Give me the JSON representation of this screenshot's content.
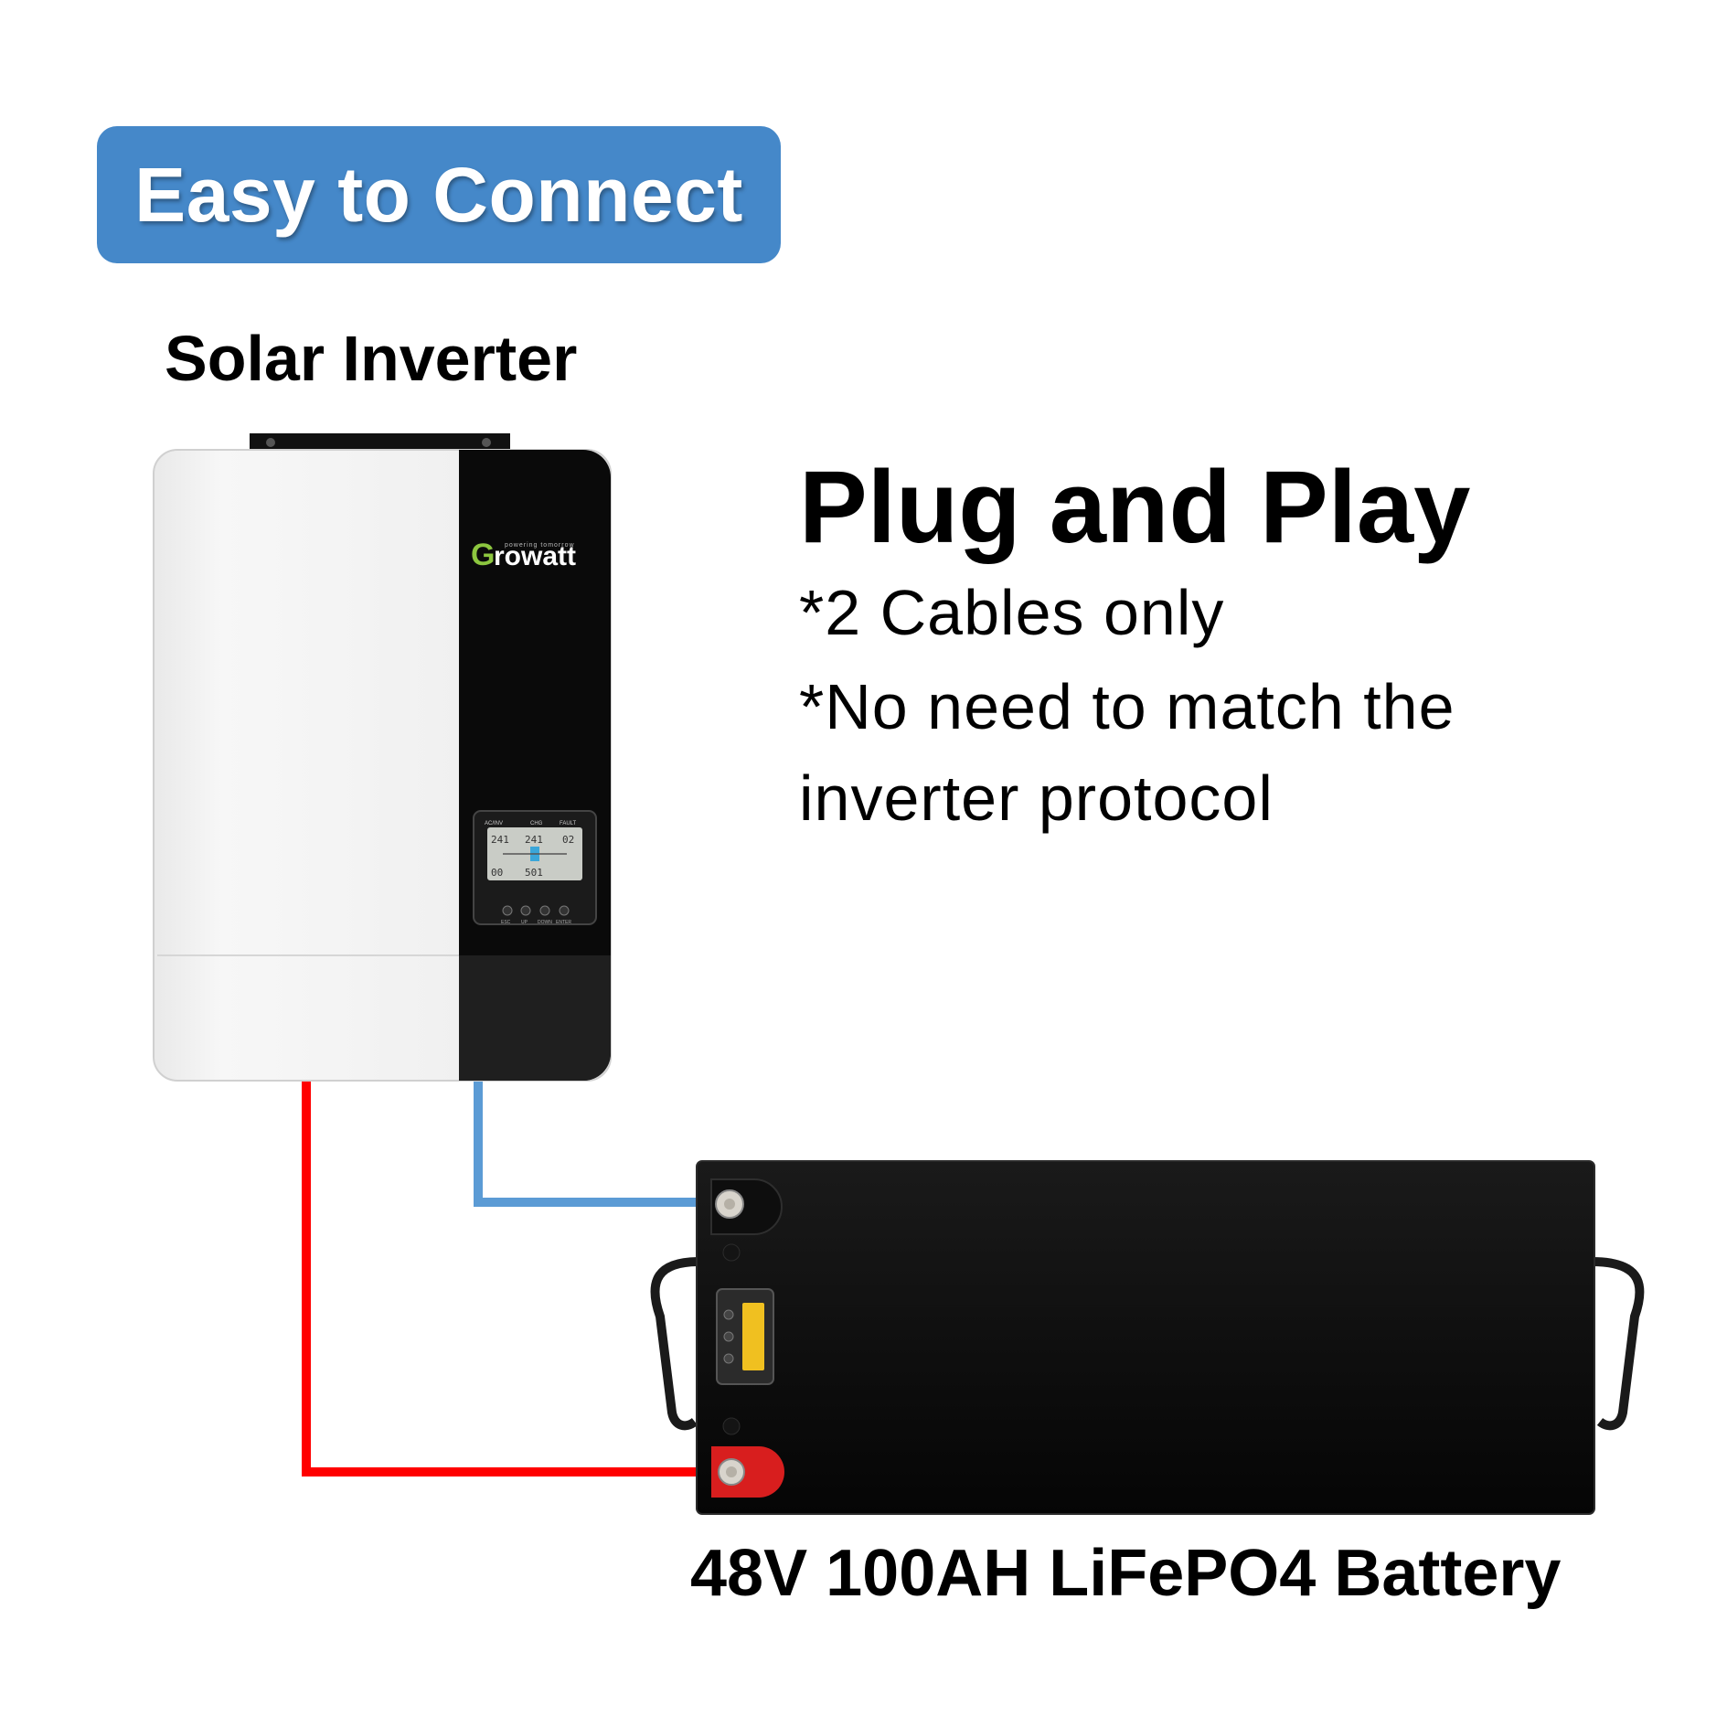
{
  "badge": {
    "label": "Easy to Connect"
  },
  "inverter": {
    "title": "Solar Inverter",
    "brand": "Growatt",
    "brand_tagline": "powering tomorrow",
    "indicators": [
      "AC/INV",
      "CHG",
      "FAULT"
    ],
    "buttons": [
      "ESC",
      "UP",
      "DOWN",
      "ENTER"
    ]
  },
  "feature": {
    "headline": "Plug and Play",
    "bullets": [
      "*2 Cables only",
      "*No need to match the",
      "inverter protocol"
    ]
  },
  "battery": {
    "label": "48V 100AH LiFePO4 Battery"
  },
  "colors": {
    "badge": "#4588c9",
    "positive_cable": "#ff0000",
    "negative_cable": "#5b9bd5",
    "brand_green": "#8cc63f"
  }
}
